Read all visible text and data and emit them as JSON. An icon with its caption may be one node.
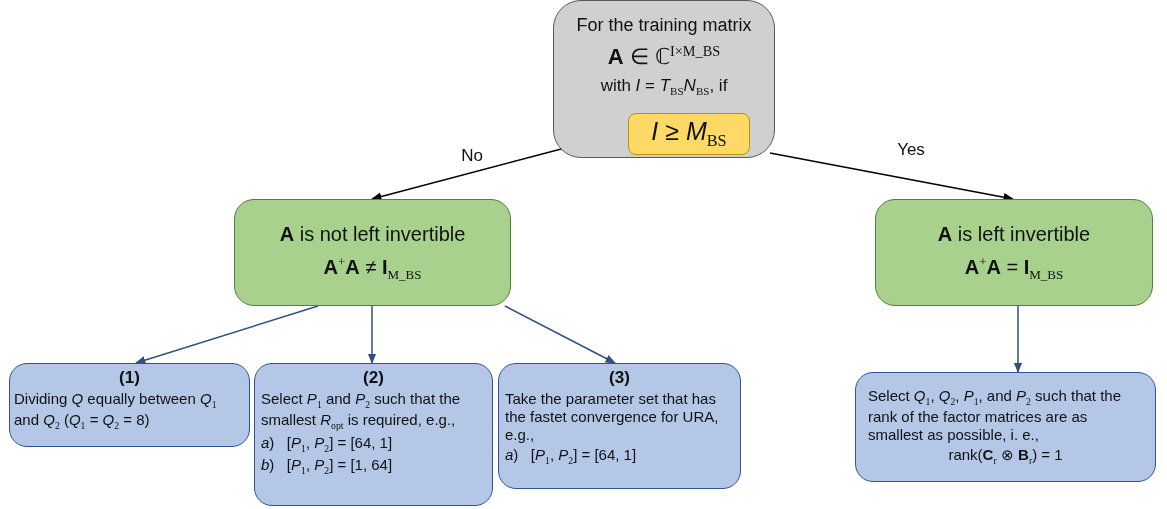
{
  "diagram": {
    "nodes": [
      {
        "text": [
          "For the training matrix",
          "**A** ∈ ℂ$^{I×M_BS}$",
          "with *I* = *T*$_{BS}$*N*$_{BS}$, if"
        ]
      },
      {
        "text": [
          "*I* ≥ *M*$_{BS}$"
        ],
        "in": 0
      },
      {
        "text": [
          "**A** is not left invertible",
          "**A**$^{+}$**A** ≠ **I**$_{M_BS}$"
        ]
      },
      {
        "text": [
          "**A** is left invertible",
          "**A**$^{+}$**A** = **I**$_{M_BS}$"
        ]
      },
      {
        "text": [
          "(1)",
          "Dividing *Q* equally between *Q*$_{1}$ and *Q*$_{2}$ (*Q*$_{1}$ = *Q*$_{2}$ = 8)"
        ]
      },
      {
        "text": [
          "(2)",
          "Select *P*$_{1}$ and *P*$_{2}$ such that the smallest *R*$_{opt}$ is required, e.g.,",
          "*a*)   [*P*$_{1}$, *P*$_{2}$] = [64, 1]",
          "*b*)   [*P*$_{1}$, *P*$_{2}$] = [1, 64]"
        ]
      },
      {
        "text": [
          "(3)",
          "Take the parameter set that has the fastet convergence for URA, e.g.,",
          "*a*)   [*P*$_{1}$, *P*$_{2}$] = [64, 1]"
        ]
      },
      {
        "text": [
          "Select *Q*$_{1}$, *Q*$_{2}$, *P*$_{1}$, and *P*$_{2}$ such that the rank of the factor matrices are as smallest as possible, i. e.,",
          "rank(**C**$_{r}$ ⊗ **B**$_{r}$) = 1"
        ]
      }
    ],
    "edges": [
      {
        "from": 0,
        "to": 2,
        "arrow": "to",
        "label": "No",
        "color": "#000000"
      },
      {
        "from": 0,
        "to": 3,
        "arrow": "to",
        "label": "Yes",
        "color": "#000000"
      },
      {
        "from": 2,
        "to": 4,
        "arrow": "to"
      },
      {
        "from": 2,
        "to": 5,
        "arrow": "to"
      },
      {
        "from": 2,
        "to": 6,
        "arrow": "to"
      },
      {
        "from": 3,
        "to": 7,
        "arrow": "to"
      }
    ]
  }
}
